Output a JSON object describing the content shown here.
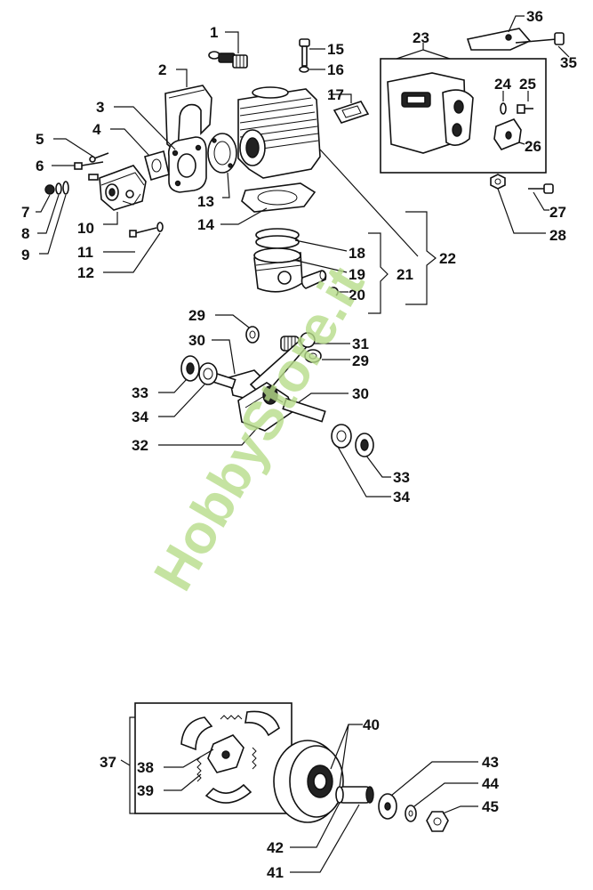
{
  "watermark": "HobbyStore.it",
  "labels": {
    "l1": "1",
    "l2": "2",
    "l3": "3",
    "l4": "4",
    "l5": "5",
    "l6": "6",
    "l7": "7",
    "l8": "8",
    "l9": "9",
    "l10": "10",
    "l11": "11",
    "l12": "12",
    "l13": "13",
    "l14": "14",
    "l15": "15",
    "l16": "16",
    "l17": "17",
    "l18": "18",
    "l19": "19",
    "l20": "20",
    "l21": "21",
    "l22": "22",
    "l23": "23",
    "l24": "24",
    "l25": "25",
    "l26": "26",
    "l27": "27",
    "l28": "28",
    "l29": "29",
    "l30a": "30",
    "l31": "31",
    "l29b": "29",
    "l30b": "30",
    "l32": "32",
    "l33a": "33",
    "l34a": "34",
    "l33b": "33",
    "l34b": "34",
    "l35": "35",
    "l36": "36",
    "l37": "37",
    "l38": "38",
    "l39": "39",
    "l40": "40",
    "l41": "41",
    "l42": "42",
    "l43": "43",
    "l44": "44",
    "l45": "45"
  },
  "colors": {
    "line": "#111111",
    "watermark": "#b7dc8a",
    "background": "#ffffff"
  }
}
